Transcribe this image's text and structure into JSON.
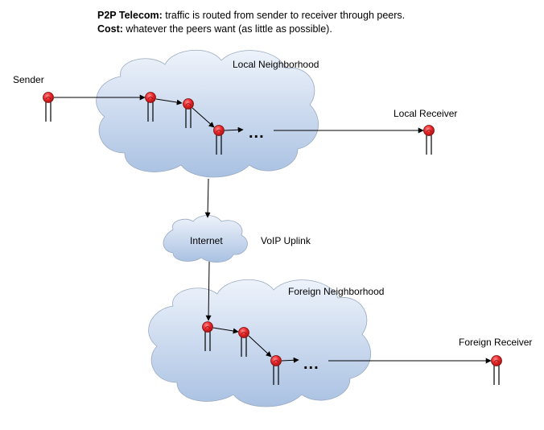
{
  "header": {
    "line1_bold": "P2P Telecom:",
    "line1_text": " traffic is routed from sender to receiver through peers.",
    "line2_bold": "Cost:",
    "line2_text": " whatever the peers want (as little as possible)."
  },
  "labels": {
    "sender": "Sender",
    "local_neighborhood": "Local Neighborhood",
    "local_receiver": "Local Receiver",
    "internet": "Internet",
    "voip_uplink": "VoIP Uplink",
    "foreign_neighborhood": "Foreign Neighborhood",
    "foreign_receiver": "Foreign Receiver",
    "ellipsis_local": "...",
    "ellipsis_foreign": "..."
  },
  "colors": {
    "cloud_top": "#eef3fb",
    "cloud_bottom": "#a9c1e2",
    "cloud_stroke": "#9aaac2",
    "peer_fill": "#e8262a",
    "peer_stroke": "#7a1010",
    "line": "#000000"
  },
  "icons": {
    "peer": "red-node-icon"
  }
}
